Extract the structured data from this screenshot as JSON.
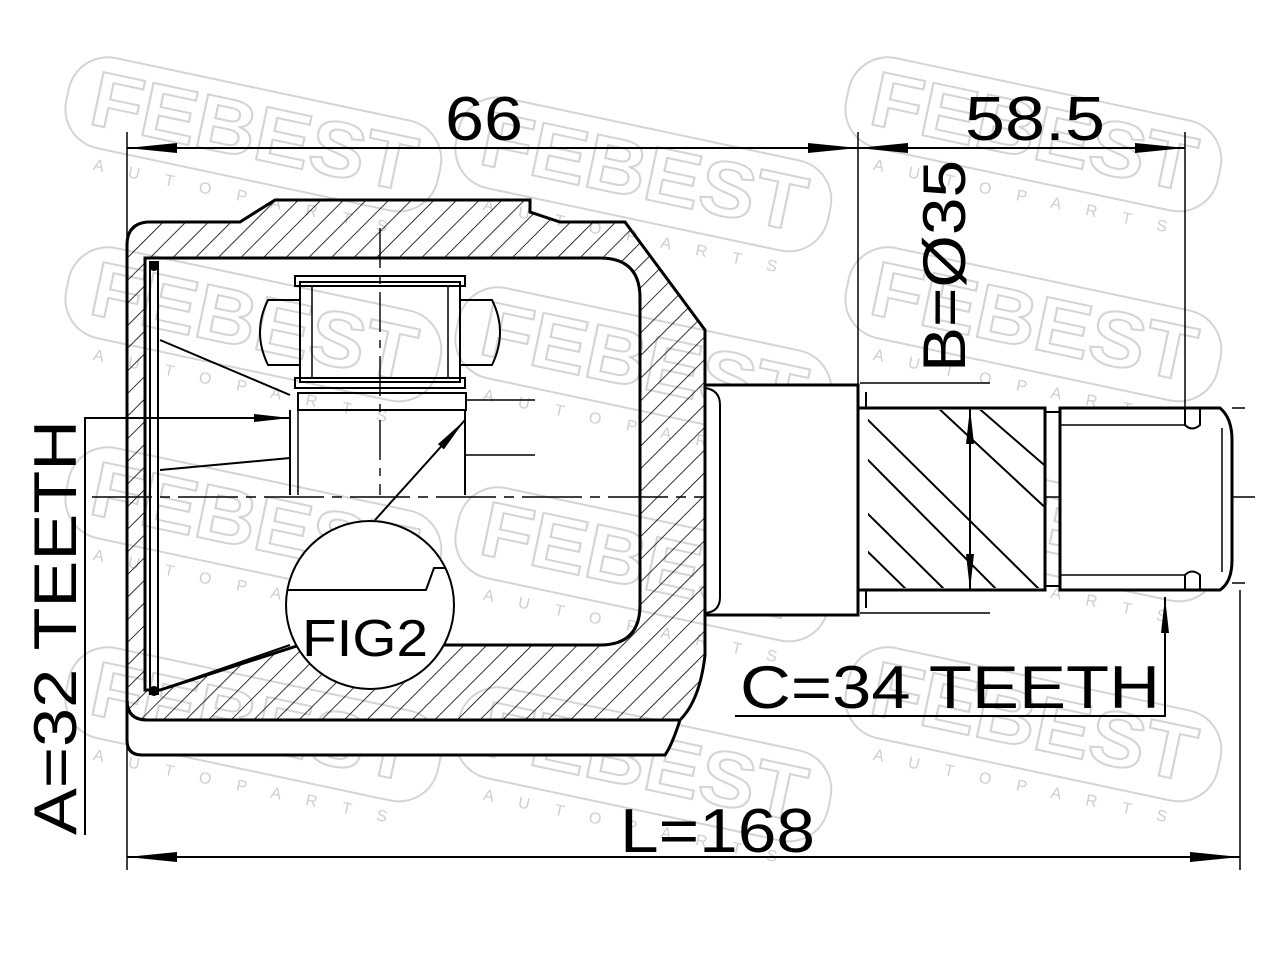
{
  "labels": {
    "dim_top_left": "66",
    "dim_top_right": "58.5",
    "dim_diameter": "B=Ø35",
    "dim_a": "A=32 TEETH",
    "dim_c": "C=34 TEETH",
    "dim_length": "L=168",
    "fig_ref": "FIG2"
  },
  "watermark": {
    "brand": "FEBEST",
    "tagline": "A U T O   P A R T S"
  },
  "colors": {
    "line": "#000000",
    "watermark": "#d4d4d4",
    "background": "#ffffff"
  }
}
